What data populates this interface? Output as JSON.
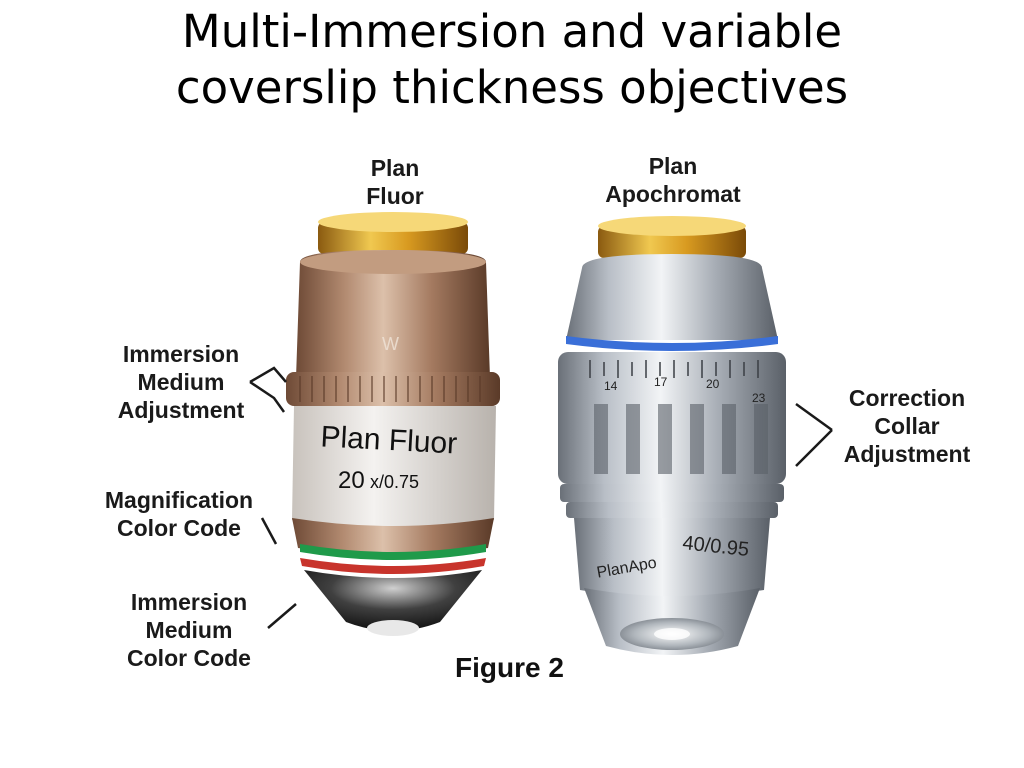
{
  "title": {
    "line1": "Multi-Immersion and variable",
    "line2": "coverslip thickness objectives"
  },
  "figure": {
    "left_objective": {
      "type_label_line1": "Plan",
      "type_label_line2": "Fluor",
      "barrel_text": "Plan Fluor",
      "magnification_na": "20",
      "na_text": "x/0.75"
    },
    "right_objective": {
      "type_label_line1": "Plan",
      "type_label_line2": "Apochromat",
      "barrel_text": "PlanApo",
      "magnification_na": "40/0.95",
      "collar_scale": [
        "14",
        "17",
        "20",
        "23"
      ]
    },
    "callouts": {
      "immersion_adjust": [
        "Immersion",
        "Medium",
        "Adjustment"
      ],
      "mag_color_code": [
        "Magnification",
        "Color Code"
      ],
      "immersion_color_code": [
        "Immersion",
        "Medium",
        "Color Code"
      ],
      "correction_collar": [
        "Correction",
        "Collar",
        "Adjustment"
      ]
    },
    "caption": "Figure 2",
    "colors": {
      "bronze": "#b08868",
      "gold": "#d8a82a",
      "steel": "#c8ccd0",
      "green_band": "#1f9a4a",
      "red_band": "#c8342c",
      "blue_band": "#3a6fd8"
    }
  }
}
